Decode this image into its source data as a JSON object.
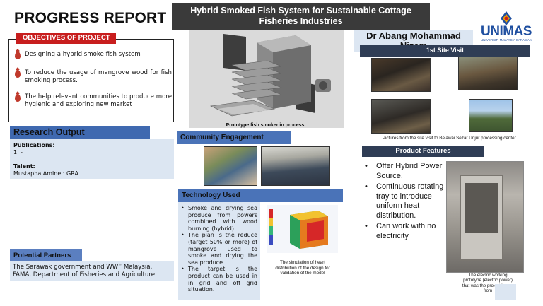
{
  "header": {
    "title": "PROGRESS REPORT",
    "project_title": "Hybrid Smoked Fish System for Sustainable Cottage Fisheries Industries",
    "author": "Dr Abang Mohammad Nizam",
    "logo_text": "UNIMAS",
    "logo_subtext": "UNIVERSITI MALAYSIA SARAWAK"
  },
  "objectives": {
    "label": "OBJECTIVES OF PROJECT",
    "items": [
      "Designing a hybrid smoke fish system",
      "To reduce the usage of mangrove wood for fish smoking process.",
      "The help relevant communities to produce more hygienic and exploring new market"
    ]
  },
  "research_output": {
    "label": "Research Output",
    "publications_label": "Publications:",
    "publications_item": "1.  -",
    "talent_label": "Talent:",
    "talent_value": "Mustapha Amine : GRA"
  },
  "partners": {
    "label": "Potential Partners",
    "text": "The Sarawak government and WWF Malaysia, FAMA, Department of Fisheries and Agriculture"
  },
  "prototype": {
    "caption": "Prototype fish smoker in process"
  },
  "community": {
    "label": "Community Engagement"
  },
  "technology": {
    "label": "Technology Used",
    "items": [
      "Smoke and drying sea produce from powers combined with wood burning (hybrid)",
      "The plan is the reduce (target 50% or more) of mangrove used to smoke and drying the sea produce.",
      "The target is the product can be used in in grid and off grid situation."
    ],
    "sim_caption": "The simulation of heart distribution of the design for validation of the model"
  },
  "site_visit": {
    "label": "1st Site Visit",
    "caption": "Pictures from the site visit to Belawai Sezar Unjur processing center."
  },
  "product": {
    "label": "Product Features",
    "features": [
      "Offer Hybrid Power Source.",
      "Continuous rotating tray to introduce uniform heat distribution.",
      "Can work with no electricity"
    ],
    "photo_caption": "The electric working prototype (electric power) that was the project based from"
  },
  "colors": {
    "objective_tag": "#c81e1e",
    "section_head": "#3f69b0",
    "panel_bg": "#dce6f2",
    "dark_head": "#2f3d55",
    "title_banner": "#3a3a3a"
  }
}
